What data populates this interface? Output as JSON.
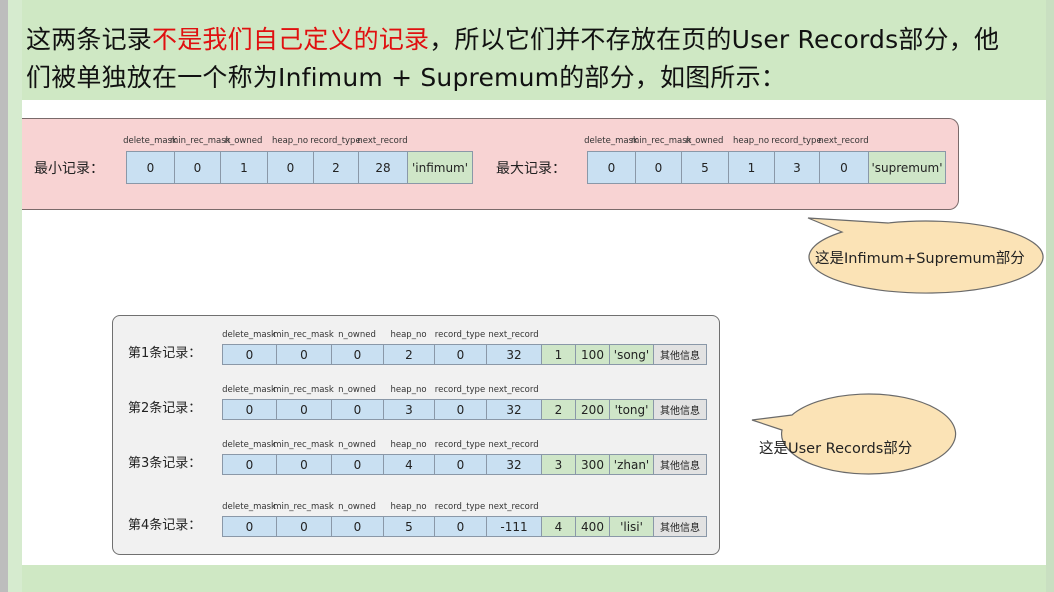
{
  "text": {
    "line1_part1": "这两条记录",
    "line1_red": "不是我们自己定义的记录",
    "line1_part2": "，所以它们并不存放在页的User Records部分，他",
    "line2": "们被单独放在一个称为Infimum + Supremum的部分，如图所示："
  },
  "field_headers": [
    "delete_mask",
    "min_rec_mask",
    "n_owned",
    "heap_no",
    "record_type",
    "next_record"
  ],
  "infimum": {
    "label": "最小记录：",
    "values": [
      "0",
      "0",
      "1",
      "0",
      "2",
      "28"
    ],
    "extra": "'infimum'"
  },
  "supremum": {
    "label": "最大记录：",
    "values": [
      "0",
      "0",
      "5",
      "1",
      "3",
      "0"
    ],
    "extra": "'supremum'"
  },
  "user_records": [
    {
      "label": "第1条记录：",
      "values": [
        "0",
        "0",
        "0",
        "2",
        "0",
        "32"
      ],
      "extra": [
        "1",
        "100",
        "'song'"
      ],
      "other": "其他信息"
    },
    {
      "label": "第2条记录：",
      "values": [
        "0",
        "0",
        "0",
        "3",
        "0",
        "32"
      ],
      "extra": [
        "2",
        "200",
        "'tong'"
      ],
      "other": "其他信息"
    },
    {
      "label": "第3条记录：",
      "values": [
        "0",
        "0",
        "0",
        "4",
        "0",
        "32"
      ],
      "extra": [
        "3",
        "300",
        "'zhan'"
      ],
      "other": "其他信息"
    },
    {
      "label": "第4条记录：",
      "values": [
        "0",
        "0",
        "0",
        "5",
        "0",
        "-111"
      ],
      "extra": [
        "4",
        "400",
        "'lisi'"
      ],
      "other": "其他信息"
    }
  ],
  "callouts": {
    "infimum_supremum": "这是Infimum+Supremum部分",
    "user_records": "这是User Records部分"
  },
  "colors": {
    "page_bg": "#cfe8c4",
    "highlight_text": "#e01010",
    "pink_group": "#f8d3d3",
    "header_cell": "#c9e0f2",
    "data_cell": "#cfe6c8",
    "bubble": "#fbe3b6"
  }
}
